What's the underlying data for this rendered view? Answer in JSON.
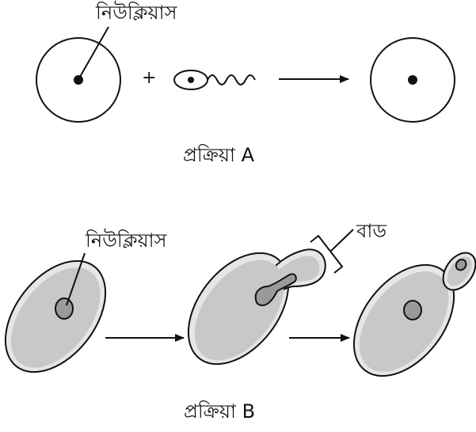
{
  "process_a": {
    "nucleus_label": "নিউক্লিয়াস",
    "plus_sign": "+",
    "caption": "প্রক্রিয়া A"
  },
  "process_b": {
    "nucleus_label": "নিউক্লিয়াস",
    "bud_label": "বাড",
    "caption": "প্রক্রিয়া B"
  },
  "colors": {
    "stroke": "#111111",
    "cell_fill": "#c8c8c8",
    "cell_rim": "#e8e8e8",
    "nucleus_fill": "#9a9a9a"
  }
}
